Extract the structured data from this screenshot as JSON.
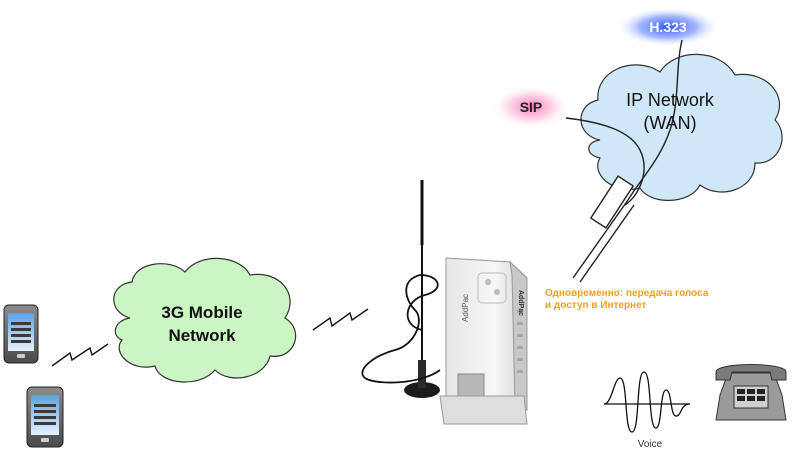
{
  "clouds": {
    "mobile": {
      "line1": "3G Mobile",
      "line2": "Network"
    },
    "ip": {
      "line1": "IP Network",
      "line2": "(WAN)"
    }
  },
  "protocols": {
    "h323": "H.323",
    "sip": "SIP"
  },
  "note": {
    "line1": "Одновременно: передача голоса",
    "line2": "и доступ в Интернет"
  },
  "device": {
    "brand": "AddPac"
  },
  "voice_label": "Voice",
  "colors": {
    "mobile_cloud": "#ccf5c4",
    "ip_cloud": "#cfe8f7",
    "h323_glow": "#2f5dff",
    "sip_glow": "#ff6fb0",
    "note_text": "#f0a020"
  },
  "icons": [
    "smartphone-icon",
    "antenna-icon",
    "voip-gateway-icon",
    "voice-wave-icon",
    "telephone-icon"
  ]
}
